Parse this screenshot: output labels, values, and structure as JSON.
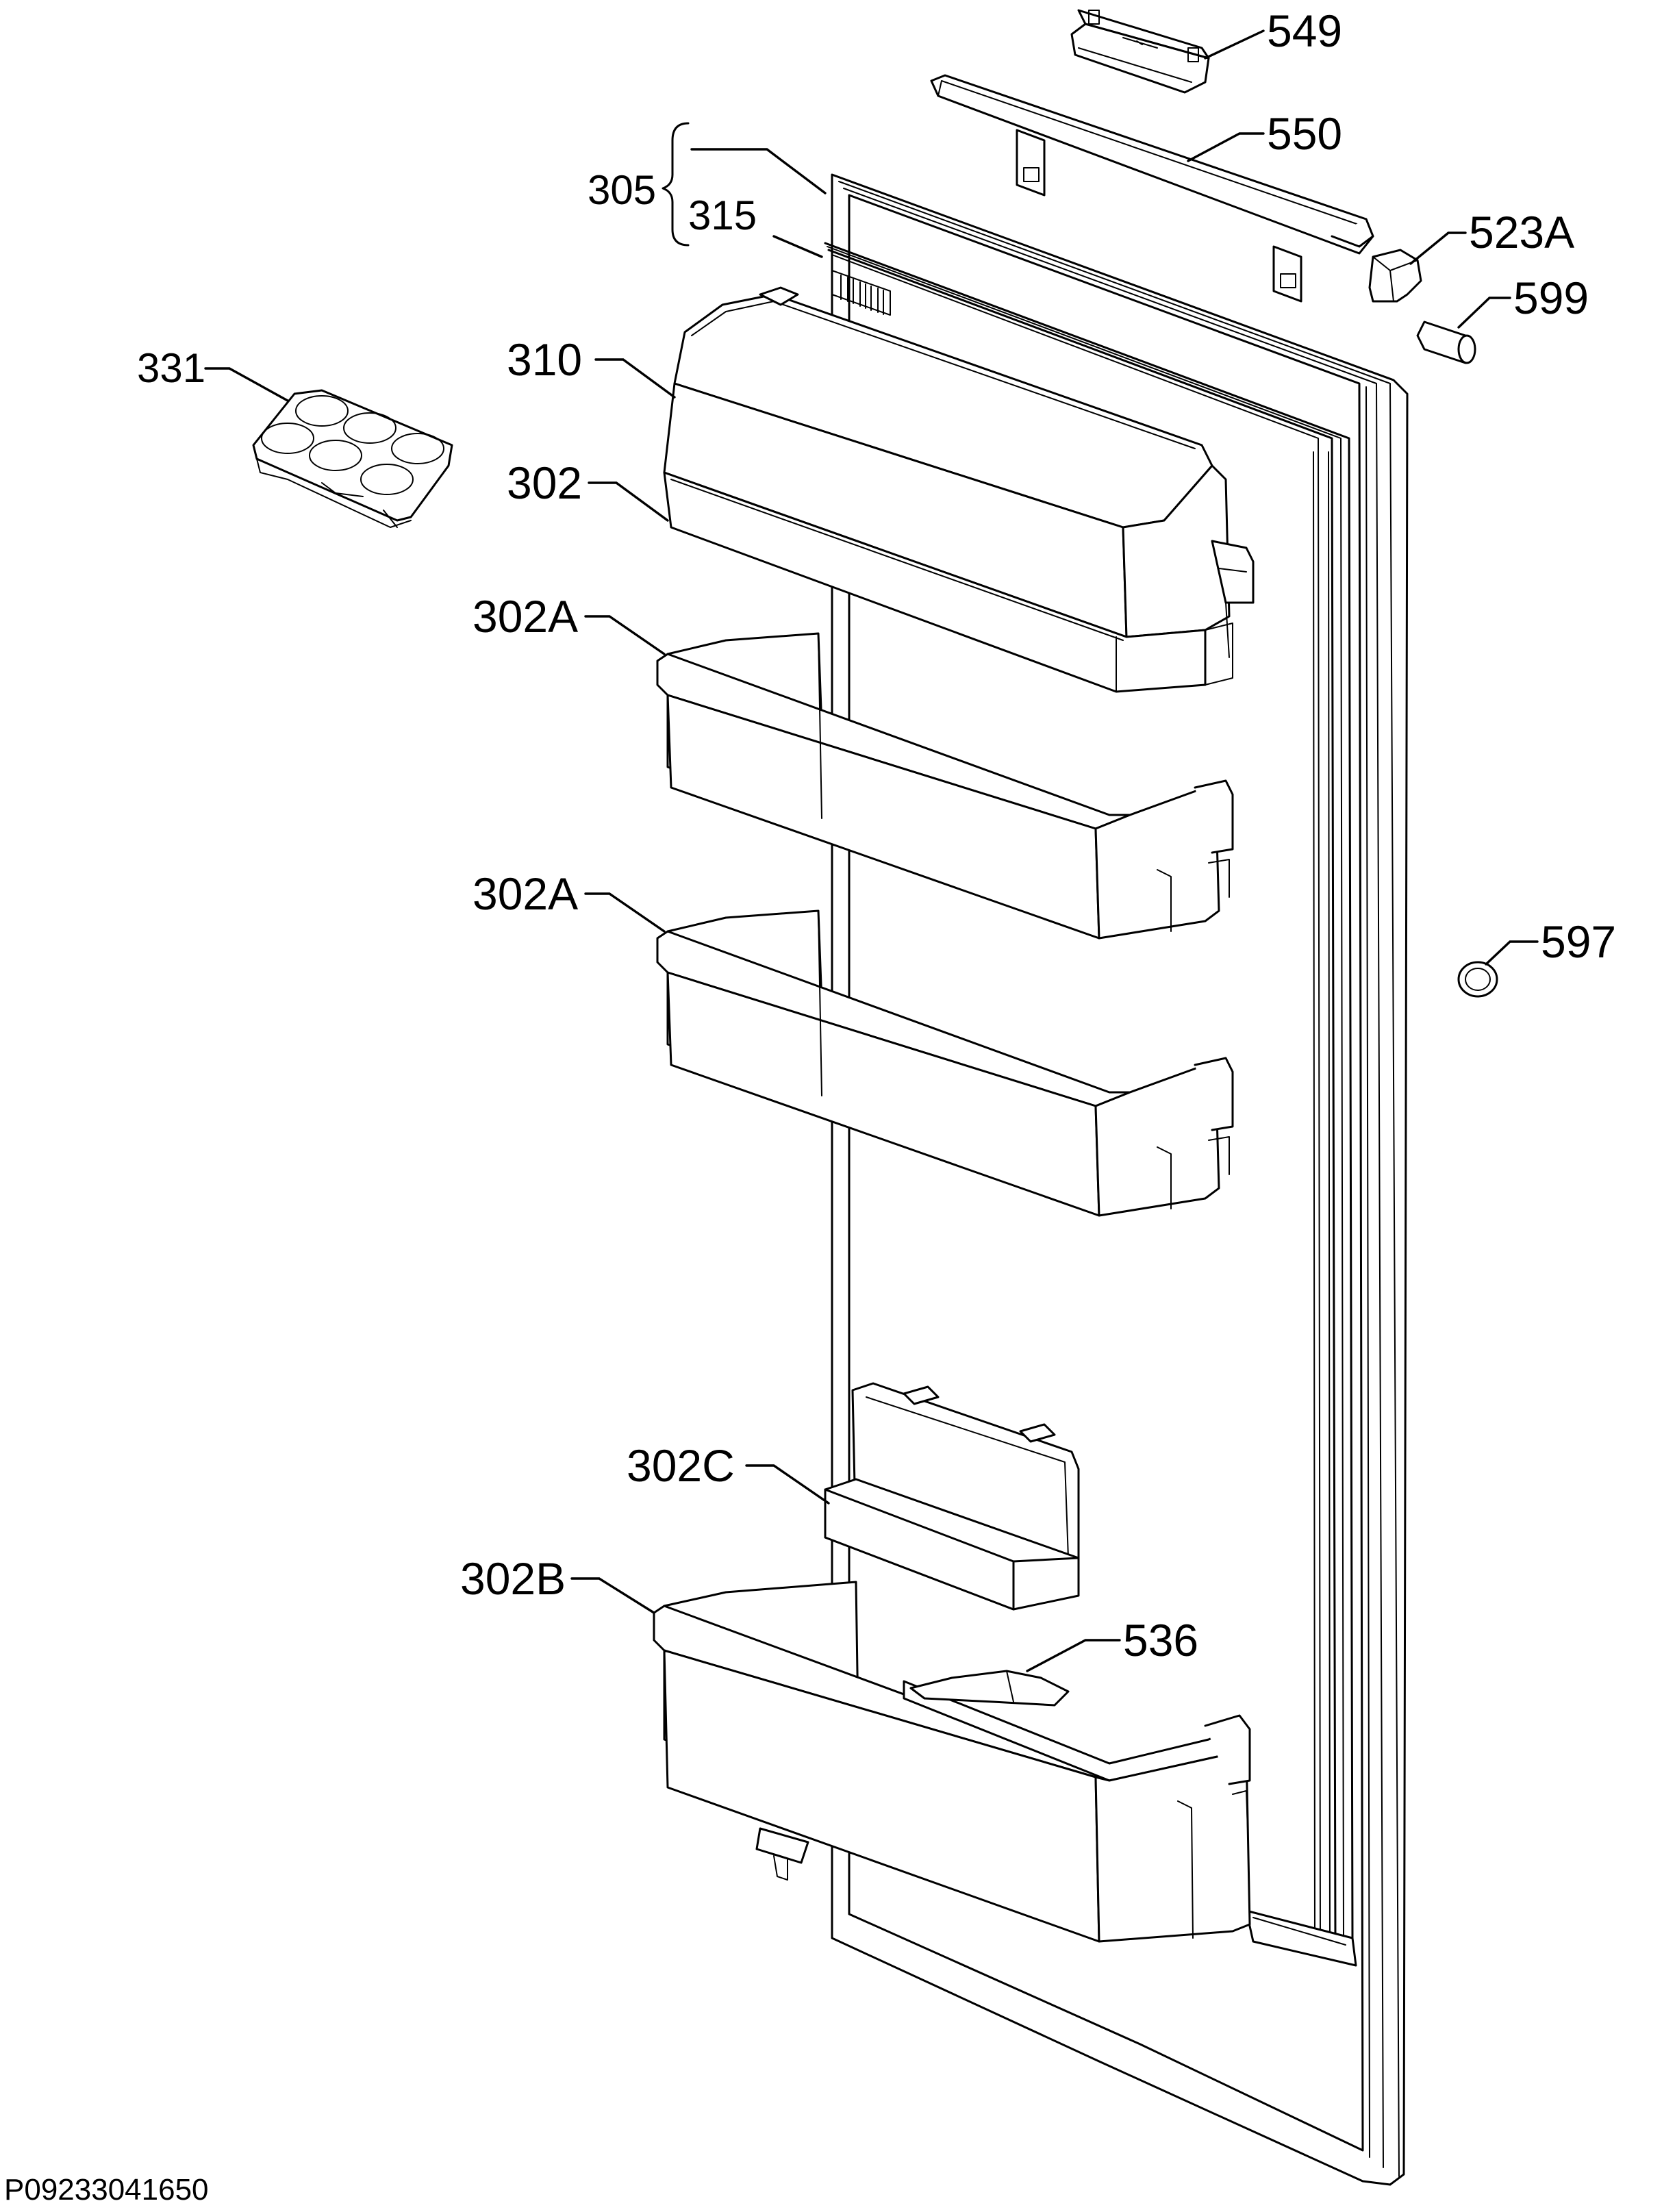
{
  "labels": {
    "p549": "549",
    "p550": "550",
    "p305": "305",
    "p315": "315",
    "p523A": "523A",
    "p599": "599",
    "p331": "331",
    "p310": "310",
    "p302": "302",
    "p302A_1": "302A",
    "p302A_2": "302A",
    "p597": "597",
    "p302C": "302C",
    "p302B": "302B",
    "p536": "536"
  },
  "document_id": "P09233041650"
}
